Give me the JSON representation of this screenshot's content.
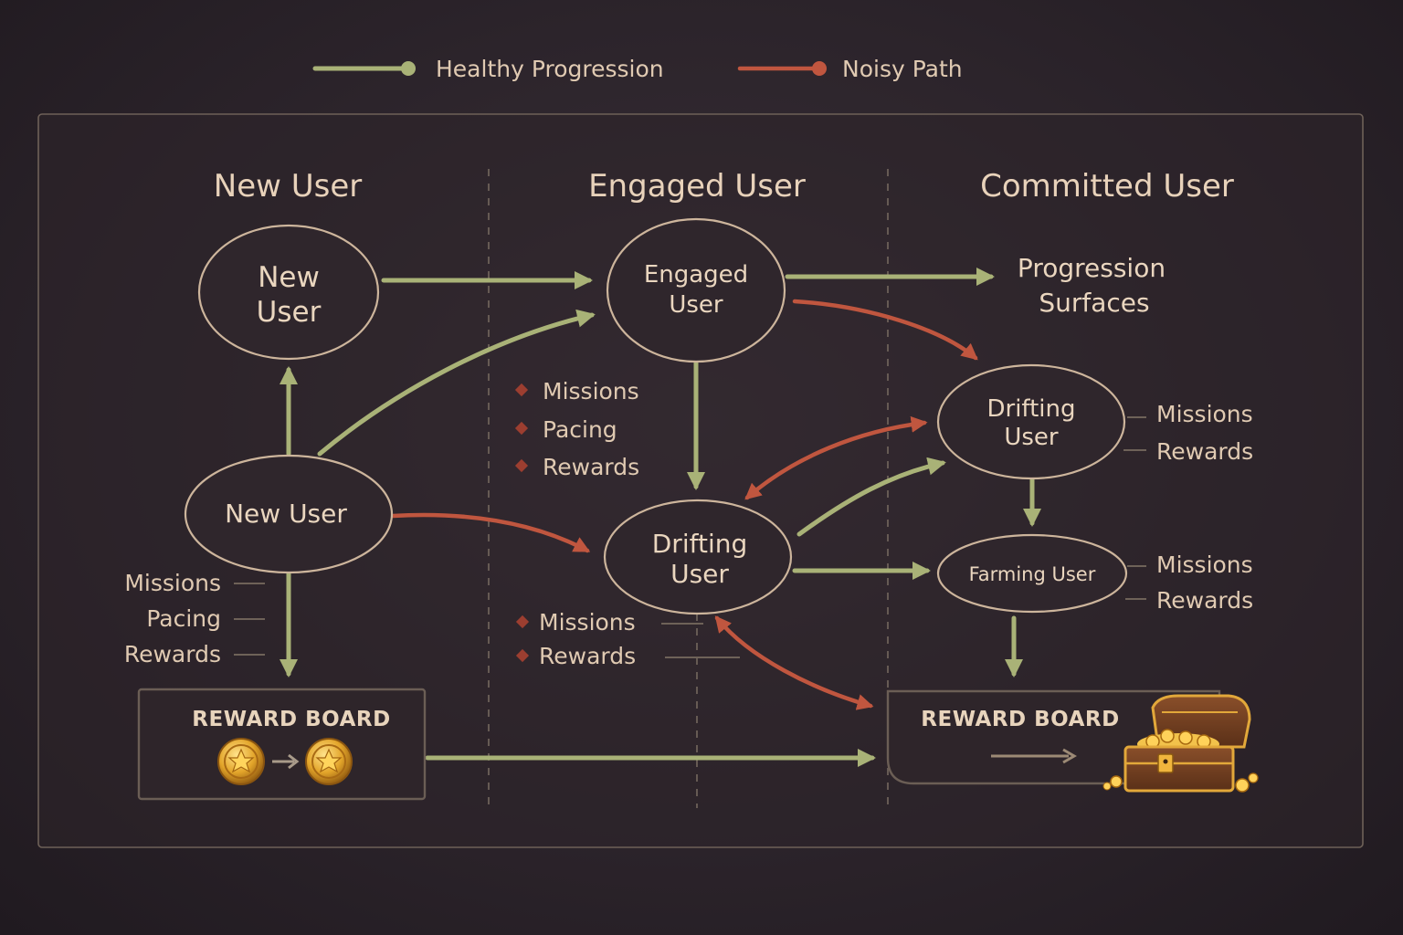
{
  "legend": {
    "healthy_label": "Healthy Progression",
    "noisy_label": "Noisy Path",
    "healthy_color": "#a9b277",
    "noisy_color": "#c0563f"
  },
  "columns": {
    "new": "New User",
    "engaged": "Engaged User",
    "committed": "Committed User"
  },
  "nodes": {
    "new_top": [
      "New",
      "User"
    ],
    "new_mid": "New User",
    "engaged": [
      "Engaged",
      "User"
    ],
    "drifting_mid": [
      "Drifting",
      "User"
    ],
    "drifting_right": [
      "Drifting",
      "User"
    ],
    "farming": "Farming User",
    "progression": [
      "Progression",
      "Surfaces"
    ]
  },
  "labels": {
    "new_list": [
      "Missions",
      "Pacing",
      "Rewards"
    ],
    "engaged_list": [
      "Missions",
      "Pacing",
      "Rewards"
    ],
    "drifting_mid_list": [
      "Missions",
      "Rewards"
    ],
    "drifting_right_list": [
      "Missions",
      "Rewards"
    ],
    "farming_list": [
      "Missions",
      "Rewards"
    ]
  },
  "boards": {
    "left_title": "REWARD BOARD",
    "right_title": "REWARD BOARD"
  },
  "icons": {
    "coin": "star-coin-icon",
    "chest": "treasure-chest-icon"
  }
}
